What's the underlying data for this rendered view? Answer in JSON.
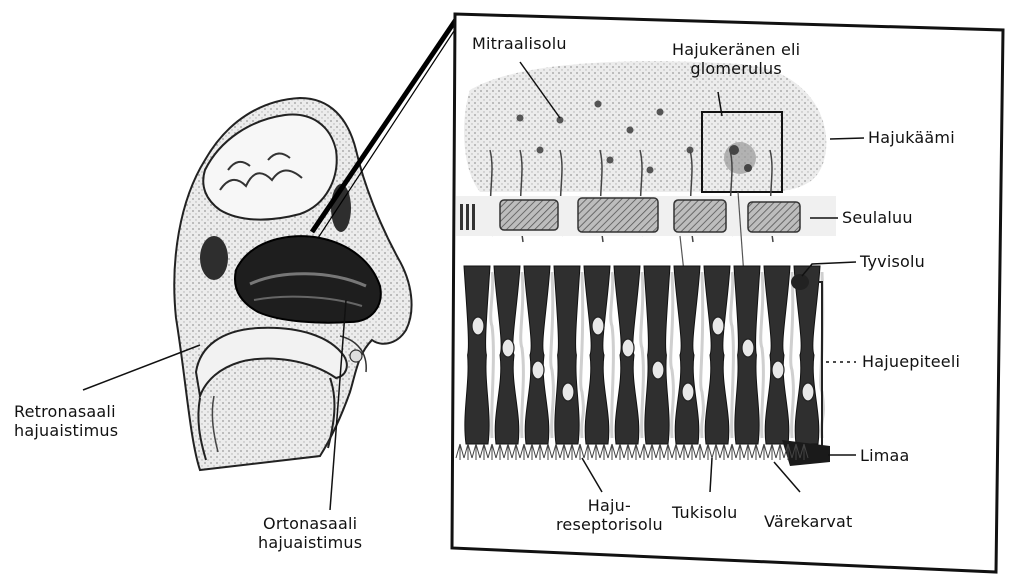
{
  "labels": {
    "retronasal_line1": "Retronasaali",
    "retronasal_line2": "hajuaistimus",
    "orthonasal_line1": "Ortonasaali",
    "orthonasal_line2": "hajuaistimus",
    "mitral_cell": "Mitraalisolu",
    "glomerulus_line1": "Hajukeränen eli",
    "glomerulus_line2": "glomerulus",
    "olfactory_bulb": "Hajukäämi",
    "cribriform_plate": "Seulaluu",
    "basal_cell": "Tyvisolu",
    "olfactory_epithelium": "Hajuepiteeli",
    "mucus": "Limaa",
    "receptor_line1": "Haju-",
    "receptor_line2": "reseptorisolu",
    "supporting_cell": "Tukisolu",
    "cilia": "Värekarvat"
  },
  "colors": {
    "ink": "#111111",
    "tissue": "#3a3a3a",
    "bulb": "#d9d9d9",
    "background": "#ffffff"
  }
}
